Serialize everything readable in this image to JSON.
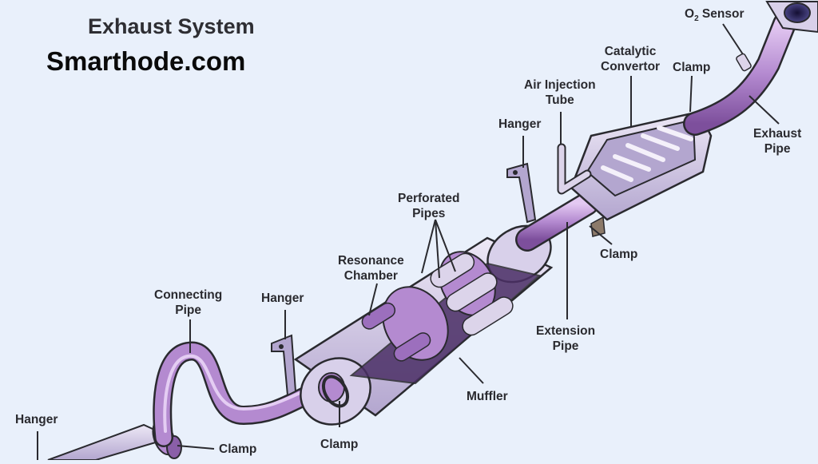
{
  "header": {
    "title": "Exhaust System",
    "site": "Smarthode.com"
  },
  "labels": {
    "o2_sensor": {
      "pre": "O",
      "sub": "2",
      "post": " Sensor"
    },
    "catalytic_convertor": {
      "line1": "Catalytic",
      "line2": "Convertor"
    },
    "clamp_top": "Clamp",
    "air_injection_tube": {
      "line1": "Air Injection",
      "line2": "Tube"
    },
    "exhaust_pipe": {
      "line1": "Exhaust",
      "line2": "Pipe"
    },
    "hanger_top": "Hanger",
    "perforated_pipes": {
      "line1": "Perforated",
      "line2": "Pipes"
    },
    "clamp_mid": "Clamp",
    "resonance_chamber": {
      "line1": "Resonance",
      "line2": "Chamber"
    },
    "connecting_pipe": {
      "line1": "Connecting",
      "line2": "Pipe"
    },
    "hanger_mid": "Hanger",
    "extension_pipe": {
      "line1": "Extension",
      "line2": "Pipe"
    },
    "muffler": "Muffler",
    "hanger_left": "Hanger",
    "clamp_bottom": "Clamp",
    "clamp_muffler": "Clamp"
  },
  "colors": {
    "background": "#e9f0fb",
    "pipe": "#b48ad0",
    "pipe_dark": "#7d4f9c",
    "metal": "#c9c0dd",
    "outline": "#2a2a2f"
  }
}
